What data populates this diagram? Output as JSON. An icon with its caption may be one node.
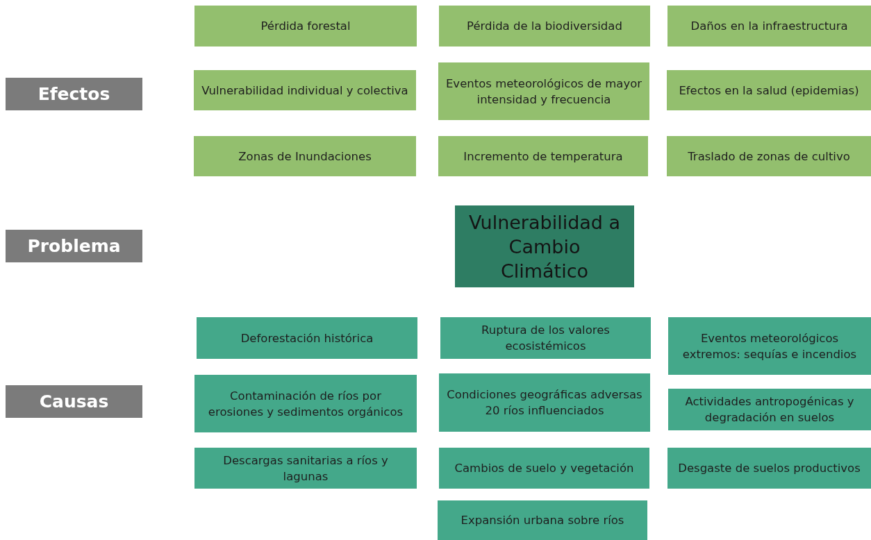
{
  "diagram": {
    "nodes": [
      {
        "text": [
          "Efectos"
        ]
      },
      {
        "text": [
          "Pérdida forestal"
        ]
      },
      {
        "text": [
          "Pérdida de la biodiversidad"
        ]
      },
      {
        "text": [
          "Daños en la infraestructura"
        ]
      },
      {
        "text": [
          "Vulnerabilidad individual y colectiva"
        ]
      },
      {
        "text": [
          "Eventos meteorológicos de mayor intensidad y frecuencia"
        ]
      },
      {
        "text": [
          "Efectos en la salud (epidemias)"
        ]
      },
      {
        "text": [
          "Zonas de Inundaciones"
        ]
      },
      {
        "text": [
          "Incremento de temperatura"
        ]
      },
      {
        "text": [
          "Traslado de zonas de cultivo"
        ]
      },
      {
        "text": [
          "Problema"
        ]
      },
      {
        "text": [
          "Vulnerabilidad a Cambio Climático"
        ]
      },
      {
        "text": [
          "Causas"
        ]
      },
      {
        "text": [
          "Deforestación histórica"
        ]
      },
      {
        "text": [
          "Ruptura de los valores ecosistémicos"
        ]
      },
      {
        "text": [
          "Eventos meteorológicos extremos: sequías e incendios"
        ]
      },
      {
        "text": [
          "Contaminación de ríos por erosiones y sedimentos orgánicos"
        ]
      },
      {
        "text": [
          "Condiciones geográficas adversas 20 ríos influenciados"
        ]
      },
      {
        "text": [
          "Actividades antropogénicas y degradación en suelos"
        ]
      },
      {
        "text": [
          "Descargas sanitarias a ríos y lagunas"
        ]
      },
      {
        "text": [
          "Cambios de suelo y vegetación"
        ]
      },
      {
        "text": [
          "Desgaste de suelos productivos"
        ]
      },
      {
        "text": [
          "Expansión urbana sobre ríos"
        ]
      }
    ]
  }
}
